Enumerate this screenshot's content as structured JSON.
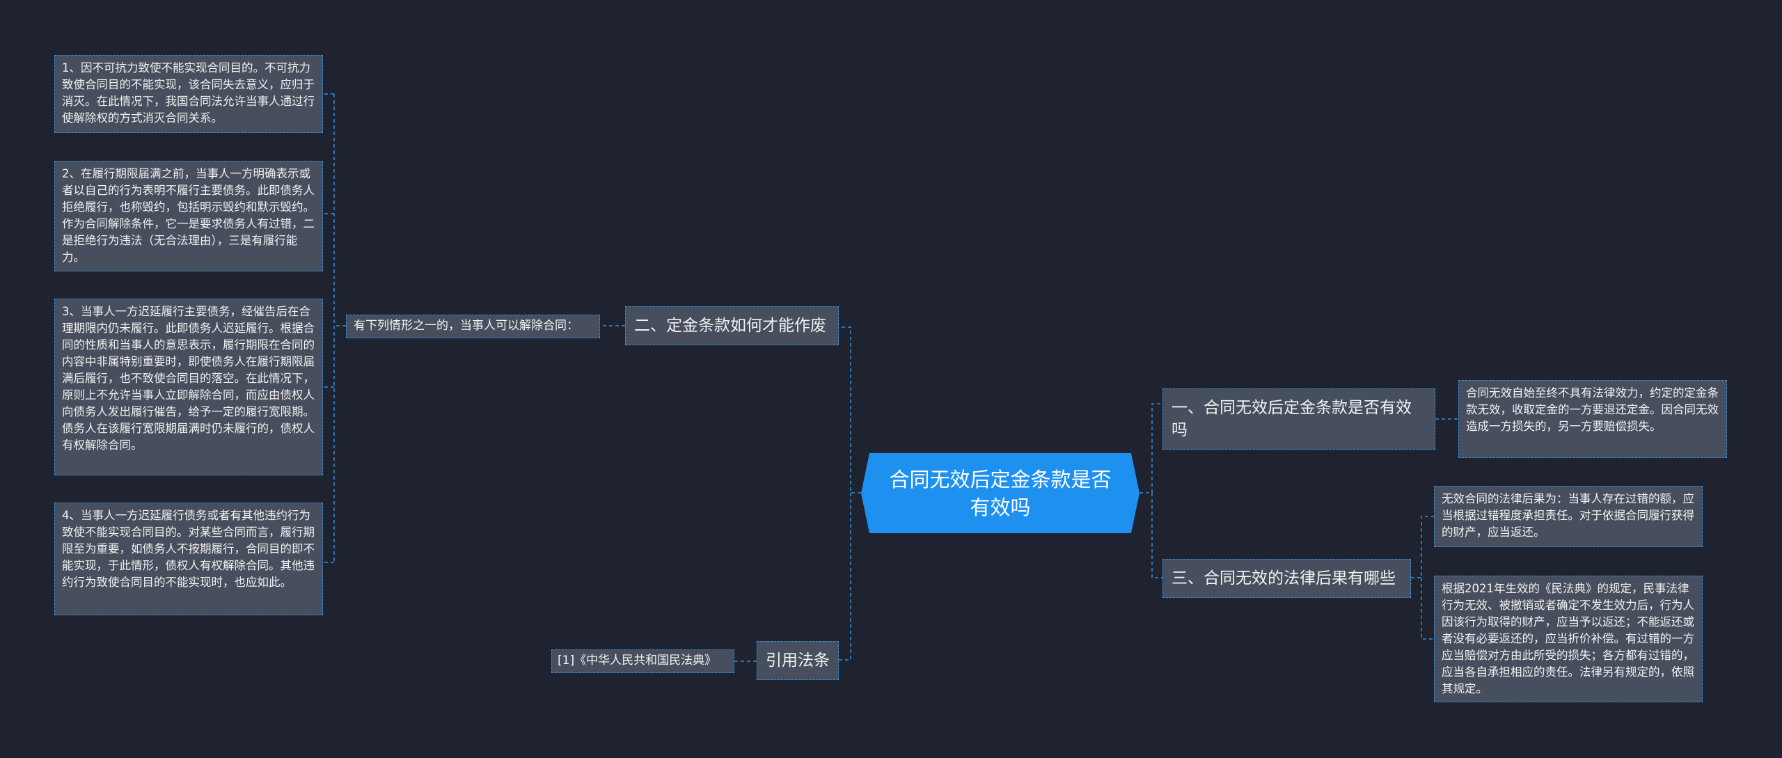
{
  "center": {
    "title": "合同无效后定金条款是否有效吗"
  },
  "left_branch": {
    "label": "二、定金条款如何才能作废",
    "sub_label": "有下列情形之一的，当事人可以解除合同：",
    "items": [
      "1、因不可抗力致使不能实现合同目的。不可抗力致使合同目的不能实现，该合同失去意义，应归于消灭。在此情况下，我国合同法允许当事人通过行使解除权的方式消灭合同关系。",
      "2、在履行期限届满之前，当事人一方明确表示或者以自己的行为表明不履行主要债务。此即债务人拒绝履行，也称毁约，包括明示毁约和默示毁约。作为合同解除条件，它一是要求债务人有过错，二是拒绝行为违法（无合法理由），三是有履行能力。",
      "3、当事人一方迟延履行主要债务，经催告后在合理期限内仍未履行。此即债务人迟延履行。根据合同的性质和当事人的意思表示，履行期限在合同的内容中非属特别重要时，即使债务人在履行期限届满后履行，也不致使合同目的落空。在此情况下，原则上不允许当事人立即解除合同，而应由债权人向债务人发出履行催告，给予一定的履行宽限期。债务人在该履行宽限期届满时仍未履行的，债权人有权解除合同。",
      "4、当事人一方迟延履行债务或者有其他违约行为致使不能实现合同目的。对某些合同而言，履行期限至为重要，如债务人不按期履行，合同目的即不能实现，于此情形，债权人有权解除合同。其他违约行为致使合同目的不能实现时，也应如此。"
    ]
  },
  "cite_branch": {
    "label": "引用法条",
    "item": "[1]《中华人民共和国民法典》"
  },
  "right_branch_1": {
    "label": "一、合同无效后定金条款是否有效吗",
    "item": "合同无效自始至终不具有法律效力，约定的定金条款无效，收取定金的一方要退还定金。因合同无效造成一方损失的，另一方要赔偿损失。"
  },
  "right_branch_3": {
    "label": "三、合同无效的法律后果有哪些",
    "items": [
      "无效合同的法律后果为：当事人存在过错的额，应当根据过错程度承担责任。对于依据合同履行获得的财产，应当返还。",
      "根据2021年生效的《民法典》的规定，民事法律行为无效、被撤销或者确定不发生效力后，行为人因该行为取得的财产，应当予以返还；不能返还或者没有必要返还的，应当折价补偿。有过错的一方应当赔偿对方由此所受的损失；各方都有过错的，应当各自承担相应的责任。法律另有规定的，依照其规定。"
    ]
  },
  "colors": {
    "background": "#1f2330",
    "node_fill": "#474e5d",
    "border": "#2f8fe0",
    "center": "#1e90f0"
  }
}
